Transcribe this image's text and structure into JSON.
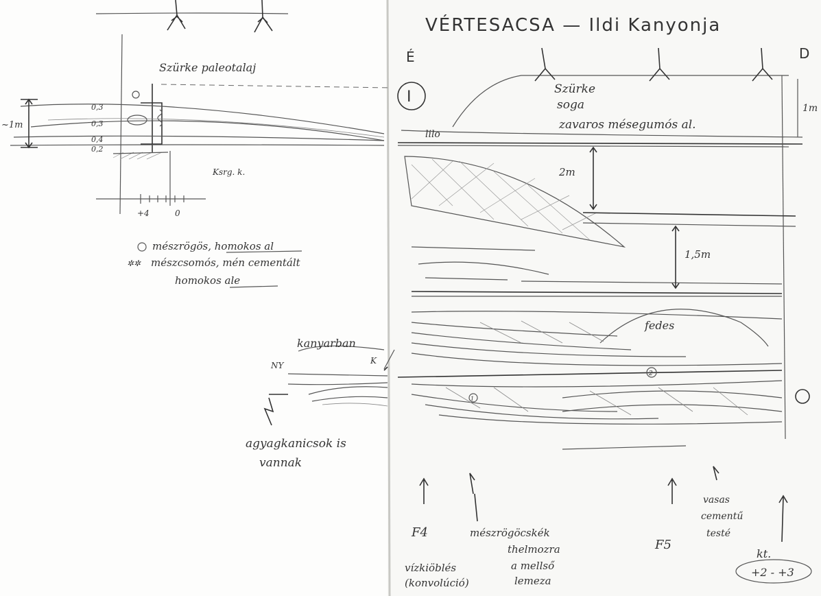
{
  "left_page": {
    "paleosol_label": "Szürke paleotalaj",
    "thickness_label": "~1m",
    "ticks": [
      "0,3",
      "0,3",
      "0,4",
      "0,2"
    ],
    "cross_label": "Ksrg. k.",
    "scale": [
      "+4",
      "0"
    ],
    "legend": {
      "single": "mészrögös, homokos al",
      "double_line1": "mészcsomós, mén cementált",
      "double_line2": "homokos ale"
    },
    "kanyar": "kanyarban",
    "ny": "NY",
    "k": "K",
    "note_line1": "agyagkanicsok is",
    "note_line2": "vannak"
  },
  "right_page": {
    "title": "VÉRTESACSA — Ildi Kanyonja",
    "north": "É",
    "south": "D",
    "unit": "I",
    "labels": {
      "szurke": "Szürke",
      "soga": "soga",
      "zavaros": "zavaros mésegumós al.",
      "lencse": "lilo",
      "one_m": "1m",
      "two_m": "2m",
      "one_five_m": "1,5m",
      "fedes": "fedes",
      "circ1": "1",
      "circ2": "2"
    },
    "bottom": {
      "f4": "F4",
      "f5": "F5",
      "vizki": "vízkiöblés",
      "konvol": "(konvolúció)",
      "meszrog1": "mészrögöcskék",
      "meszrog2": "thelmozra",
      "meszrog3": "a mellső",
      "meszrog4": "lemeza",
      "vasas1": "vasas",
      "vasas2": "cementű",
      "vasas3": "testé",
      "kt": "kt.",
      "range": "+2 - +3"
    }
  }
}
